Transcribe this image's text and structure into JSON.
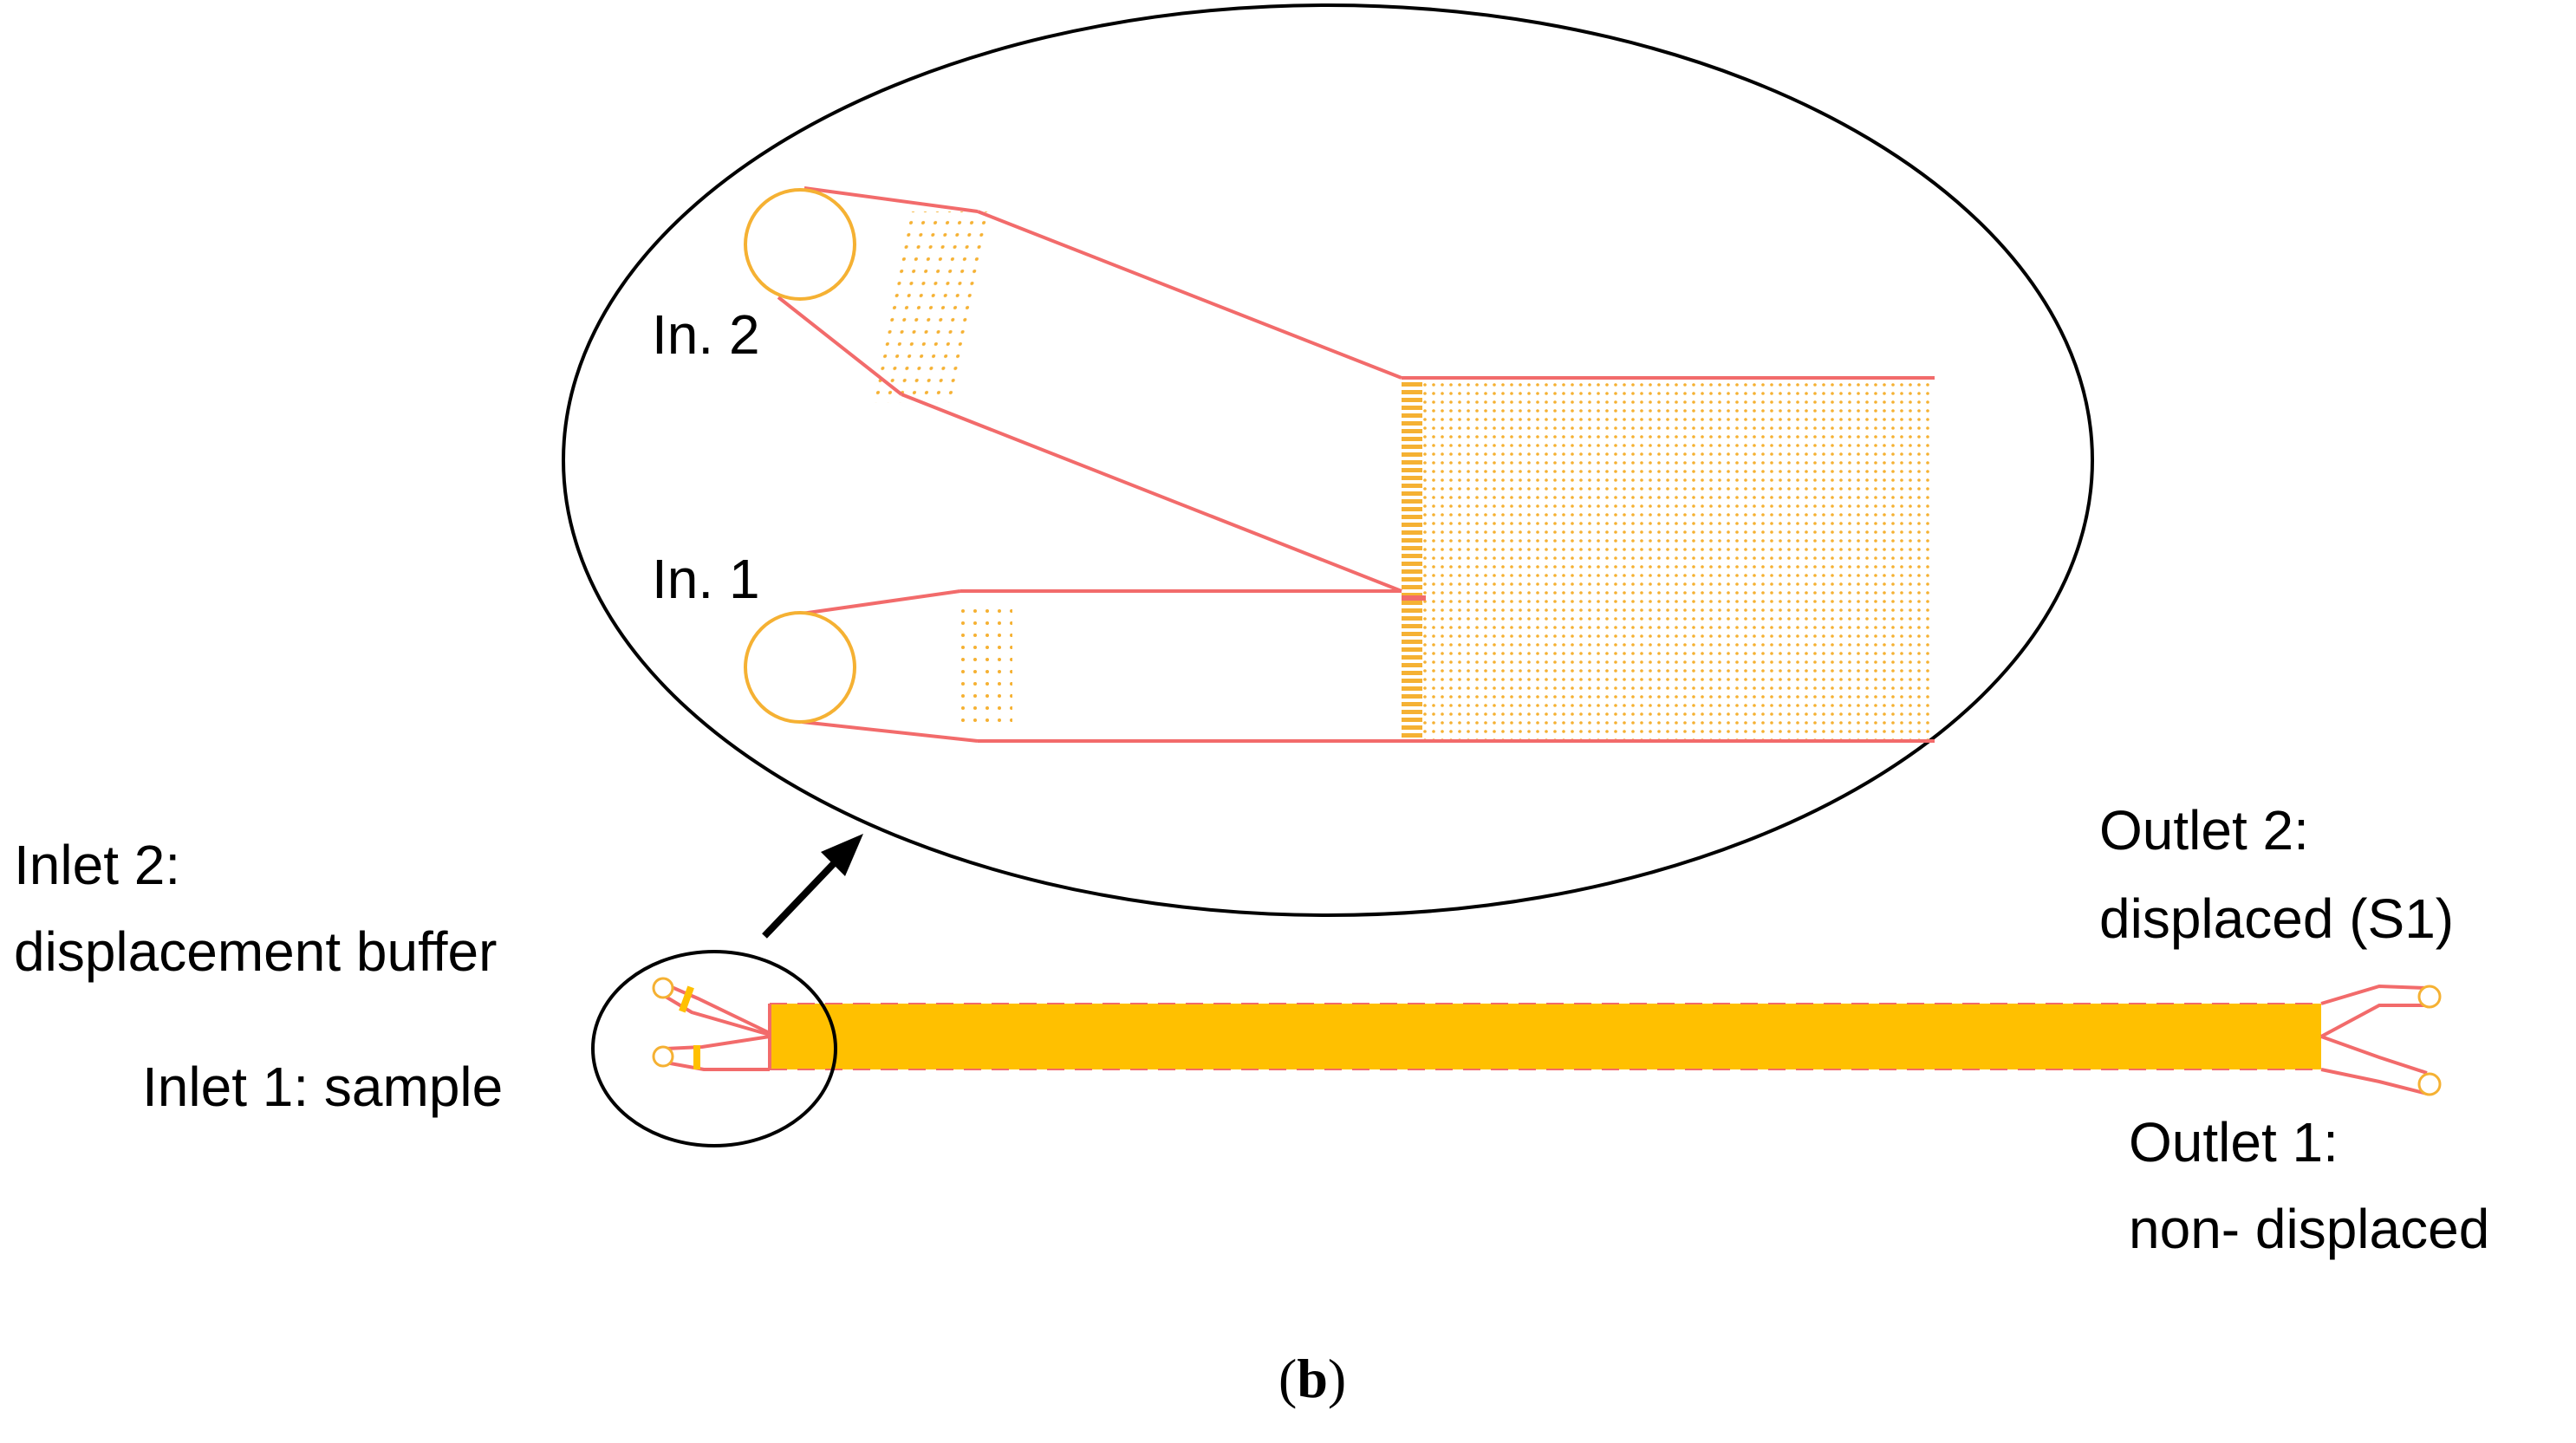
{
  "colors": {
    "outline": "#f26b6b",
    "fill": "#ffc000",
    "dots": "#f5b133",
    "inlet_circle": "#f5b133",
    "ink": "#000000",
    "background": "#ffffff"
  },
  "zoom_view": {
    "label_in2": "In. 2",
    "label_in1": "In. 1"
  },
  "labels": {
    "inlet2_line1": "Inlet 2:",
    "inlet2_line2": "displacement buffer",
    "inlet1": "Inlet 1: sample",
    "outlet2_line1": "Outlet 2:",
    "outlet2_line2": "displaced (S1)",
    "outlet1_line1": "Outlet 1:",
    "outlet1_line2": "non- displaced"
  },
  "caption": {
    "open": "(",
    "letter": "b",
    "close": ")"
  },
  "icons": {
    "arrow": "arrow-up-right-icon",
    "magnifier": "zoom-circle"
  }
}
